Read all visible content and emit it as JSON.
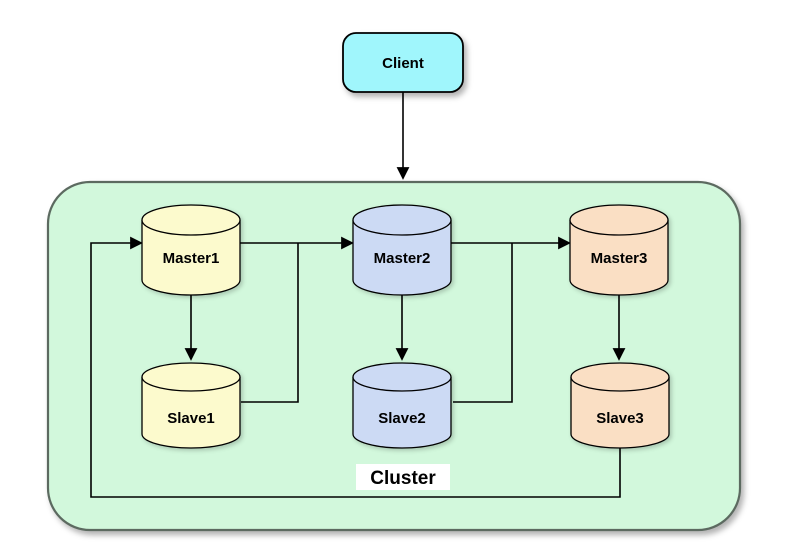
{
  "client": {
    "label": "Client",
    "fill": "#a0f6fc",
    "border_color": "#000000"
  },
  "cluster": {
    "label": "Cluster",
    "fill": "#d2f8dc",
    "border_color": "#5c6a60"
  },
  "nodes": {
    "masters": [
      {
        "id": "master1",
        "label": "Master1",
        "fill": "#fcfacd"
      },
      {
        "id": "master2",
        "label": "Master2",
        "fill": "#ccdaf4"
      },
      {
        "id": "master3",
        "label": "Master3",
        "fill": "#fadfc4"
      }
    ],
    "slaves": [
      {
        "id": "slave1",
        "label": "Slave1",
        "fill": "#fcfacd"
      },
      {
        "id": "slave2",
        "label": "Slave2",
        "fill": "#ccdaf4"
      },
      {
        "id": "slave3",
        "label": "Slave3",
        "fill": "#fadfc4"
      }
    ]
  },
  "edges": [
    {
      "from": "Client",
      "to": "Cluster",
      "arrow": true
    },
    {
      "from": "Master1",
      "to": "Master2",
      "arrow": true
    },
    {
      "from": "Slave1",
      "to": "Master2",
      "arrow": true
    },
    {
      "from": "Master2",
      "to": "Master3",
      "arrow": true
    },
    {
      "from": "Slave2",
      "to": "Master3",
      "arrow": true
    },
    {
      "from": "Master1",
      "to": "Slave1",
      "arrow": true
    },
    {
      "from": "Master2",
      "to": "Slave2",
      "arrow": true
    },
    {
      "from": "Master3",
      "to": "Slave3",
      "arrow": true
    },
    {
      "from": "Slave3",
      "to": "Master1",
      "arrow": true
    }
  ],
  "colors": {
    "edge_line": "#000000",
    "page_background": "#ffffff"
  }
}
